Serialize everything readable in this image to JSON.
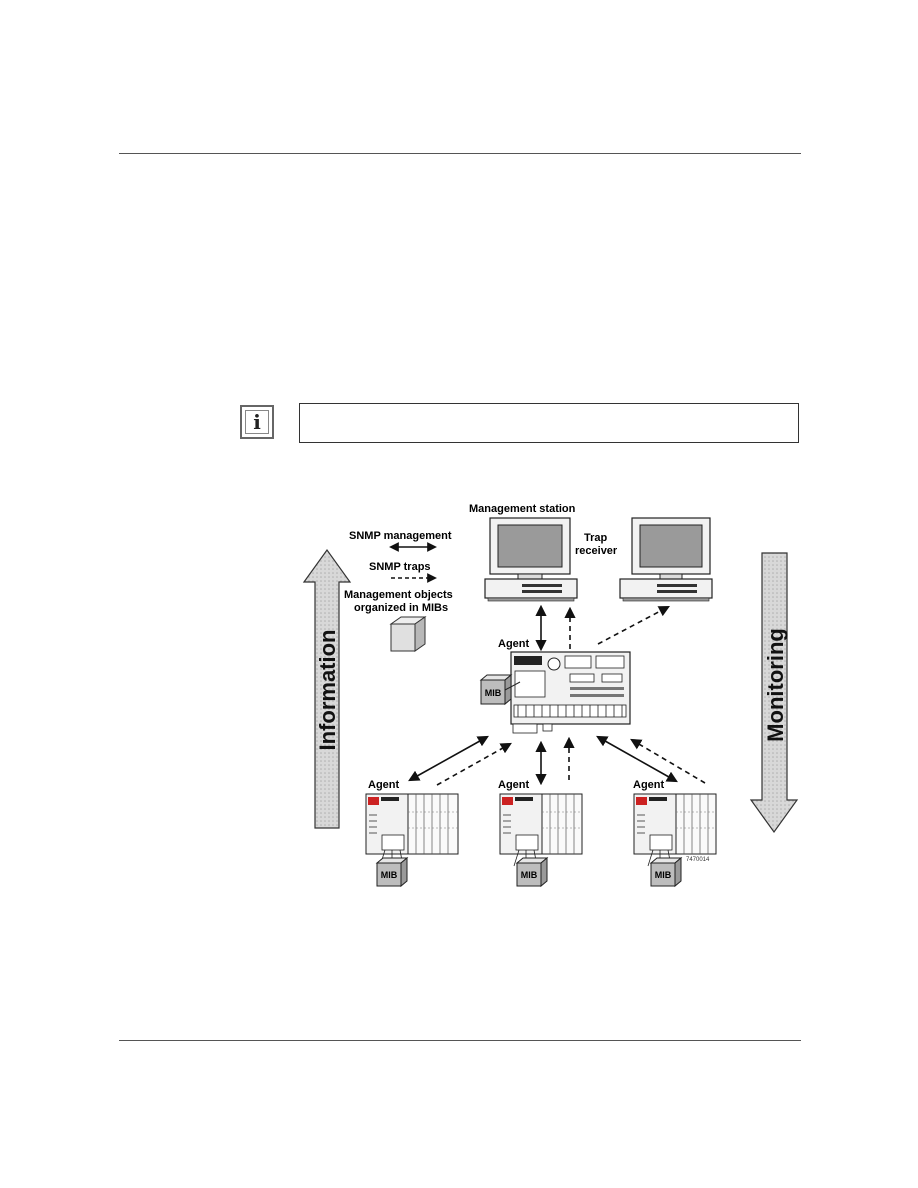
{
  "note": {
    "icon": "info-icon",
    "text": ""
  },
  "figure": {
    "legend": {
      "snmp_management": "SNMP management",
      "snmp_traps": "SNMP traps",
      "management_objects_line1": "Management objects",
      "management_objects_line2": "organized in MIBs"
    },
    "management_station": "Management station",
    "trap_receiver_line1": "Trap",
    "trap_receiver_line2": "receiver",
    "agent_label": "Agent",
    "mib_label": "MIB",
    "information_label": "Information",
    "monitoring_label": "Monitoring",
    "figure_code": "7470014"
  },
  "colors": {
    "arrow_fill": "#d4d4d4",
    "arrow_stroke": "#333333",
    "device_fill": "#f2f2f2",
    "accent_red": "#cc2222"
  }
}
